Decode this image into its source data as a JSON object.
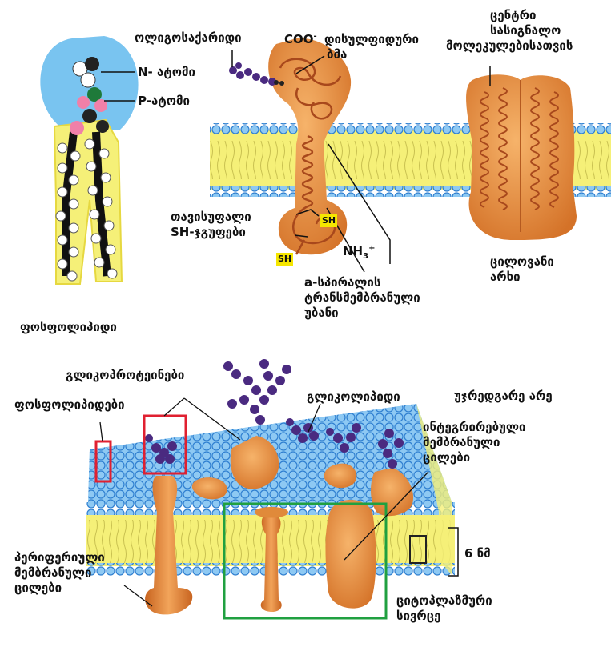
{
  "labels": {
    "oligosaccharides": "ოლიგოსაქარიდი",
    "n_atom": "N- ატომი",
    "p_atom": "P-ატომი",
    "phospholipid": "ფოსფოლიპიდი",
    "coo": "COO",
    "coo_charge": "-",
    "disulfide_line1": "დისულფიდური",
    "disulfide_line2": "ბმა",
    "signal_center_line1": "ცენტრი",
    "signal_center_line2": "სასიგნალო",
    "signal_center_line3": "მოლეკულებისათვის",
    "free_sh_line1": "თავისუფალი",
    "free_sh_line2": "SH-ჯგუფები",
    "sh_tag": "SH",
    "nh3": "NH",
    "nh3_sub": "3",
    "nh3_sup": "+",
    "helix_line1": "a-სპირალის",
    "helix_line2": "ტრანსმემბრანული",
    "helix_line3": "უბანი",
    "channel_line1": "ცილოვანი",
    "channel_line2": "არხი",
    "glycoproteins": "გლიკოპროტეინები",
    "phospholipids": "ფოსფოლიპიდები",
    "glycolipids": "გლიკოლიპიდი",
    "extracellular": "უჯრედგარე არე",
    "integral_line1": "ინტეგრირებული",
    "integral_line2": "მემბრანული",
    "integral_line3": "ცილები",
    "peripheral_line1": "პერიფერიული",
    "peripheral_line2": "მემბრანული",
    "peripheral_line3": "ცილები",
    "thickness": "6 ნმ",
    "cytoplasm_line1": "ციტოპლაზმური",
    "cytoplasm_line2": "სივრცე"
  },
  "colors": {
    "head_blue": "#79c4f0",
    "bead_blue": "#3f8fd8",
    "tail_yellow": "#f5f078",
    "protein_orange": "#e08a3a",
    "protein_dark": "#a8481c",
    "sugar_purple": "#4a2a80",
    "box_red": "#e02030",
    "box_green": "#20a040"
  }
}
